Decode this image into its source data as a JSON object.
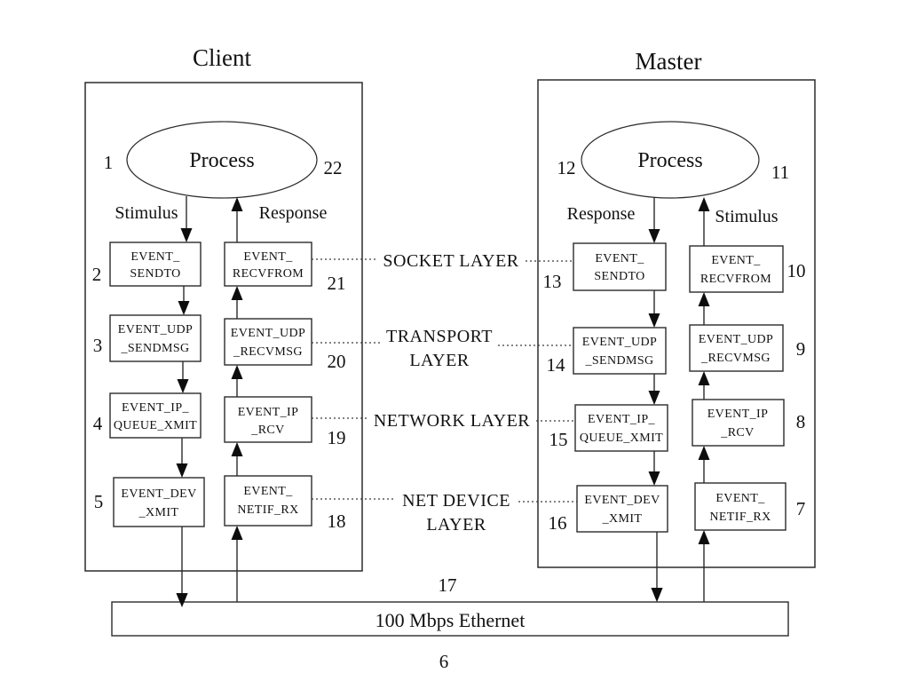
{
  "client": {
    "title": "Client",
    "process_label": "Process",
    "num_left": "1",
    "num_right": "22",
    "label_left": "Stimulus",
    "label_right": "Response",
    "sendto": {
      "l1": "EVENT_",
      "l2": "SENDTO",
      "num": "2"
    },
    "udp_sendmsg": {
      "l1": "EVENT_UDP",
      "l2": "_SENDMSG",
      "num": "3"
    },
    "ip_queue_xmit": {
      "l1": "EVENT_IP_",
      "l2": "QUEUE_XMIT",
      "num": "4"
    },
    "dev_xmit": {
      "l1": "EVENT_DEV",
      "l2": "_XMIT",
      "num": "5"
    },
    "recvfrom": {
      "l1": "EVENT_",
      "l2": "RECVFROM",
      "num": "21"
    },
    "udp_recvmsg": {
      "l1": "EVENT_UDP",
      "l2": "_RECVMSG",
      "num": "20"
    },
    "ip_rcv": {
      "l1": "EVENT_IP",
      "l2": "_RCV",
      "num": "19"
    },
    "netif_rx": {
      "l1": "EVENT_",
      "l2": "NETIF_RX",
      "num": "18"
    }
  },
  "master": {
    "title": "Master",
    "process_label": "Process",
    "num_left": "12",
    "num_right": "11",
    "label_left": "Response",
    "label_right": "Stimulus",
    "sendto": {
      "l1": "EVENT_",
      "l2": "SENDTO",
      "num": "13"
    },
    "udp_sendmsg": {
      "l1": "EVENT_UDP",
      "l2": "_SENDMSG",
      "num": "14"
    },
    "ip_queue_xmit": {
      "l1": "EVENT_IP_",
      "l2": "QUEUE_XMIT",
      "num": "15"
    },
    "dev_xmit": {
      "l1": "EVENT_DEV",
      "l2": "_XMIT",
      "num": "16"
    },
    "recvfrom": {
      "l1": "EVENT_",
      "l2": "RECVFROM",
      "num": "10"
    },
    "udp_recvmsg": {
      "l1": "EVENT_UDP",
      "l2": "_RECVMSG",
      "num": "9"
    },
    "ip_rcv": {
      "l1": "EVENT_IP",
      "l2": "_RCV",
      "num": "8"
    },
    "netif_rx": {
      "l1": "EVENT_",
      "l2": "NETIF_RX",
      "num": "7"
    }
  },
  "layers": {
    "socket": "SOCKET LAYER",
    "transport_l1": "TRANSPORT",
    "transport_l2": "LAYER",
    "network": "NETWORK LAYER",
    "netdevice_l1": "NET DEVICE",
    "netdevice_l2": "LAYER"
  },
  "ethernet": {
    "label": "100 Mbps Ethernet",
    "num_top": "17",
    "num_bottom": "6"
  },
  "colors": {
    "ink": "#111111",
    "background": "#ffffff"
  }
}
